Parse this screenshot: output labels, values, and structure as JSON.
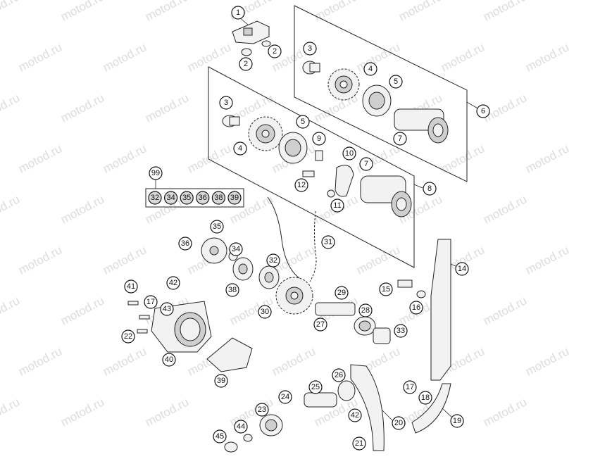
{
  "watermark": {
    "text": "motod.ru"
  },
  "kit_group": {
    "number": "99",
    "items": [
      "32",
      "34",
      "35",
      "36",
      "38",
      "39"
    ]
  },
  "callouts": [
    "1",
    "2",
    "2",
    "3",
    "4",
    "5",
    "6",
    "7",
    "3",
    "5",
    "4",
    "9",
    "10",
    "7",
    "8",
    "12",
    "11",
    "31",
    "35",
    "36",
    "34",
    "32",
    "38",
    "14",
    "41",
    "42",
    "17",
    "43",
    "15",
    "29",
    "16",
    "28",
    "30",
    "27",
    "33",
    "22",
    "40",
    "39",
    "26",
    "17",
    "18",
    "24",
    "25",
    "23",
    "20",
    "19",
    "42",
    "44",
    "45",
    "21"
  ]
}
